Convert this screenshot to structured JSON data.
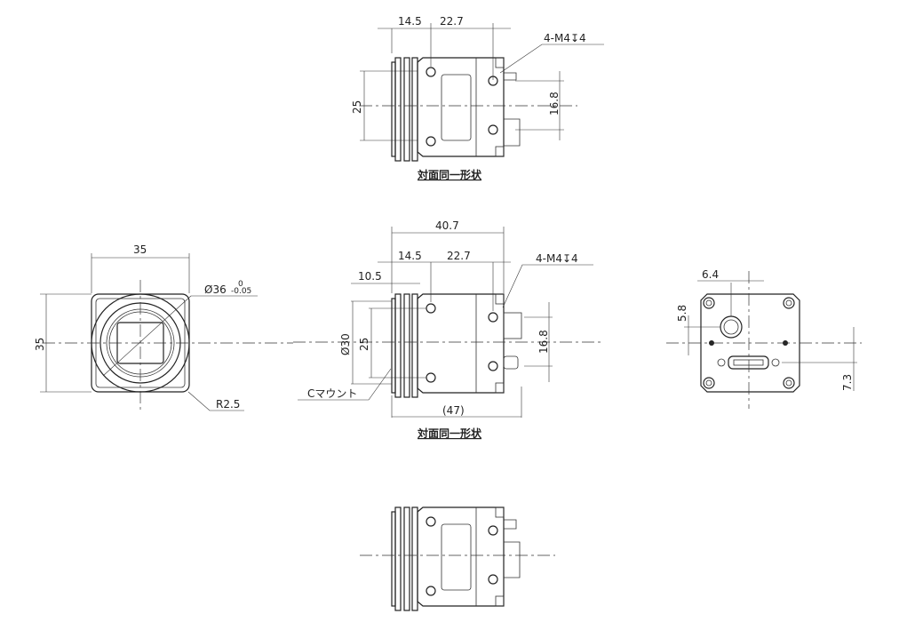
{
  "title": "Camera dimensional drawing",
  "top_view": {
    "dim_a": "14.5",
    "dim_b": "22.7",
    "thread": "4-M4↧4",
    "height": "25",
    "hole_pitch": "16.8",
    "note": "対面同一形状"
  },
  "front_view": {
    "width": "35",
    "height": "35",
    "diameter": "Ø36",
    "tol_upper": "0",
    "tol_lower": "-0.05",
    "radius": "R2.5"
  },
  "side_view": {
    "total": "40.7",
    "dim_a": "14.5",
    "dim_b": "22.7",
    "mount_len": "10.5",
    "thread": "4-M4↧4",
    "diameter": "Ø30",
    "height": "25",
    "hole_pitch": "16.8",
    "mount": "Cマウント",
    "overall": "(47)",
    "note": "対面同一形状"
  },
  "rear_view": {
    "offset_x": "6.4",
    "offset_y": "5.8",
    "offset_bottom": "7.3"
  }
}
